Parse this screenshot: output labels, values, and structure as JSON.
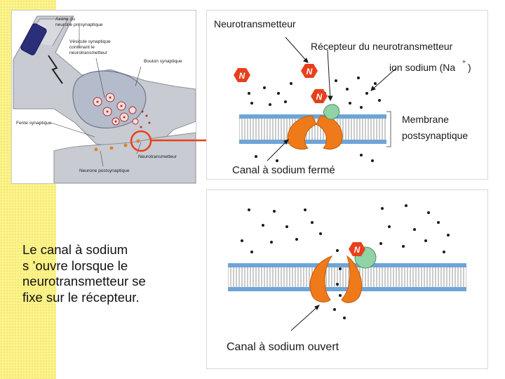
{
  "synapse_diagram": {
    "axon_label_lines": [
      "Axone du",
      "neurone présynaptique"
    ],
    "vesicle_label_lines": [
      "Vésicule synaptique",
      "contenant le",
      "neurotransmetteur"
    ],
    "bouton_label": "Bouton synaptique",
    "cleft_label": "Fente synaptique",
    "neurotransmitter_label": "Neurotransmetteur",
    "postsynaptic_neuron_label": "Neurone postsynaptique"
  },
  "closed_channel": {
    "neurotransmitter_label": "Neurotransmetteur",
    "receptor_label": "Récepteur du neurotransmetteur",
    "sodium_ion_label": "ion sodium (Na",
    "sodium_ion_sup": "+",
    "sodium_ion_close": ")",
    "membrane_label_lines": [
      "Membrane",
      "postsynaptique"
    ],
    "caption": "Canal à sodium fermé",
    "molecule_letter": "N"
  },
  "open_channel": {
    "caption": "Canal à sodium ouvert",
    "molecule_letter": "N"
  },
  "summary_lines": [
    "Le canal à sodium",
    "s ’ouvre lorsque le",
    "neurotransmetteur se",
    "fixe sur le récepteur."
  ],
  "colors": {
    "highlight_red": "#e8401c",
    "channel_orange": "#ef7a1a",
    "membrane_blue": "#6ea4d8",
    "receptor_green": "#8fd3a6",
    "stripe_yellow": "#fbf38c"
  }
}
